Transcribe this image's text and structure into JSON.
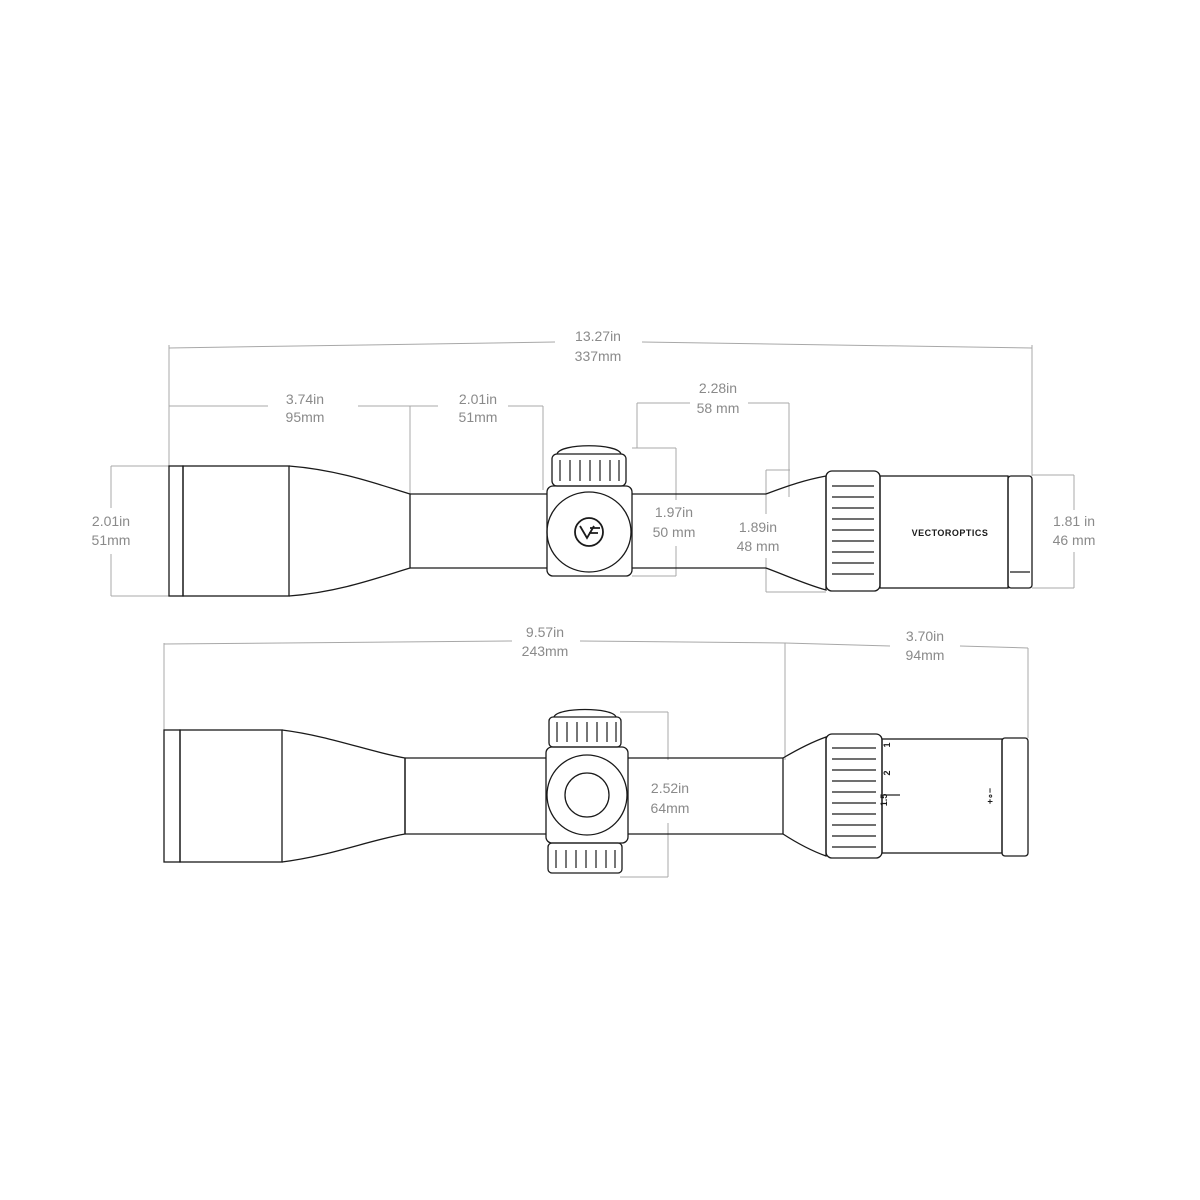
{
  "top_view": {
    "overall_length": {
      "inch": "13.27in",
      "mm": "337mm"
    },
    "objective_section": {
      "inch": "3.74in",
      "mm": "95mm"
    },
    "tube_section": {
      "inch": "2.01in",
      "mm": "51mm"
    },
    "eyepiece_section": {
      "inch": "2.28in",
      "mm": "58 mm"
    },
    "objective_diameter": {
      "inch": "2.01in",
      "mm": "51mm"
    },
    "turret_height": {
      "inch": "1.97in",
      "mm": "50 mm"
    },
    "eyepiece_ring_diameter": {
      "inch": "1.89in",
      "mm": "48 mm"
    },
    "ocular_diameter": {
      "inch": "1.81 in",
      "mm": "46 mm"
    },
    "brand_text": "VECTOROPTICS"
  },
  "side_view": {
    "front_to_eyepiece": {
      "inch": "9.57in",
      "mm": "243mm"
    },
    "eyepiece_length": {
      "inch": "3.70in",
      "mm": "94mm"
    },
    "turret_width": {
      "inch": "2.52in",
      "mm": "64mm"
    },
    "magnification_marks": [
      "1",
      "2",
      "1.5"
    ],
    "diopter_mark": "+∘−"
  },
  "icons": [
    "turret-cap-icon",
    "brand-logo-icon",
    "parallax-knob-icon"
  ]
}
